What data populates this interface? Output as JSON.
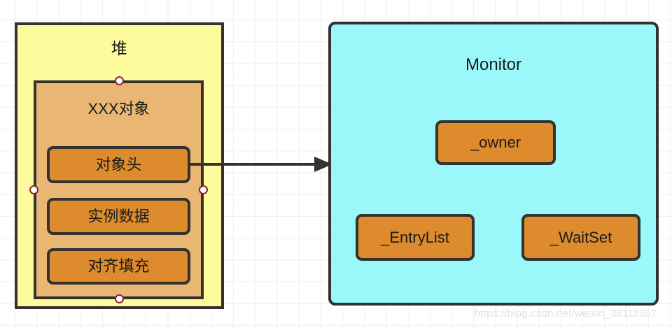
{
  "diagram": {
    "heap": {
      "title": "堆",
      "fill_color": "#FDFB9E",
      "object": {
        "title": "XXX对象",
        "fill_color": "#E9B673",
        "fields": [
          {
            "label": "对象头"
          },
          {
            "label": "实例数据"
          },
          {
            "label": "对齐填充"
          }
        ]
      }
    },
    "monitor": {
      "title": "Monitor",
      "fill_color": "#9AF8FA",
      "fields": [
        {
          "label": "_owner"
        },
        {
          "label": "_EntryList"
        },
        {
          "label": "_WaitSet"
        }
      ]
    },
    "connector": {
      "from": "对象头",
      "to": "Monitor",
      "style": "solid-arrow",
      "color": "#33322E"
    },
    "colors": {
      "field_fill": "#DD8B2D",
      "stroke": "#33322E",
      "handle_fill": "#FFFFFF",
      "handle_stroke": "#8A2430",
      "grid": "#EEEEEE"
    }
  },
  "watermark": {
    "text": "https://blog.csdn.net/weixin_38111957"
  }
}
